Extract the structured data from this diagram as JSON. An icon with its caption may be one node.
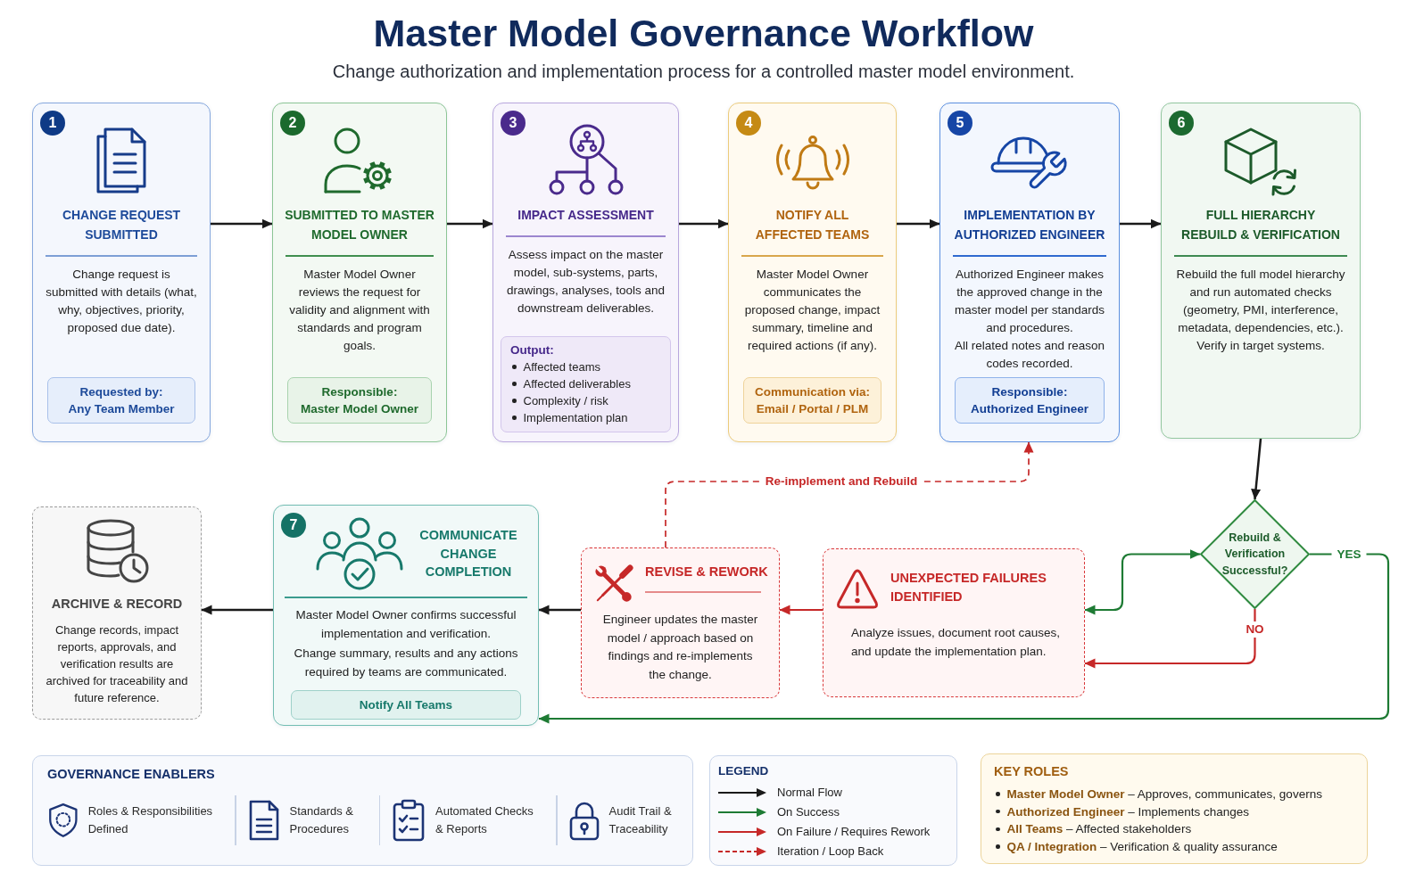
{
  "diagram": {
    "title": "Master Model Governance Workflow",
    "caption": "Change authorization and implementation process for a controlled master model environment.",
    "nodes": [
      {
        "text": [
          "CHANGE REQUEST SUBMITTED",
          "Change request is submitted with details (what, why, objectives, priority, proposed due date)."
        ]
      },
      {
        "text": [
          "1"
        ],
        "in": 0
      },
      {
        "text": [
          "Requested by:",
          "Any Team Member"
        ],
        "in": 0
      },
      {
        "text": [
          "SUBMITTED TO MASTER MODEL OWNER",
          "Master Model Owner reviews the request for validity and alignment with standards and program goals."
        ]
      },
      {
        "text": [
          "2"
        ],
        "in": 3
      },
      {
        "text": [
          "Responsible:",
          "Master Model Owner"
        ],
        "in": 3
      },
      {
        "text": [
          "IMPACT ASSESSMENT",
          "Assess impact on the master model, sub-systems, parts, drawings, analyses, tools and downstream deliverables."
        ]
      },
      {
        "text": [
          "3"
        ],
        "in": 6
      },
      {
        "text": [
          "Output:",
          "Affected teams",
          "Affected deliverables",
          "Complexity / risk",
          "Implementation plan"
        ],
        "in": 6
      },
      {
        "text": [
          "NOTIFY ALL AFFECTED TEAMS",
          "Master Model Owner communicates the proposed change, impact summary, timeline and required actions (if any)."
        ]
      },
      {
        "text": [
          "4"
        ],
        "in": 9
      },
      {
        "text": [
          "Communication via:",
          "Email / Portal / PLM"
        ],
        "in": 9
      },
      {
        "text": [
          "IMPLEMENTATION BY AUTHORIZED ENGINEER",
          "Authorized Engineer makes the approved change in the master model per standards and procedures.",
          "All related notes and reason codes recorded."
        ]
      },
      {
        "text": [
          "5"
        ],
        "in": 12
      },
      {
        "text": [
          "Responsible:",
          "Authorized Engineer"
        ],
        "in": 12
      },
      {
        "text": [
          "FULL HIERARCHY REBUILD & VERIFICATION",
          "Rebuild the full model hierarchy and run automated checks (geometry, PMI, interference, metadata, dependencies, etc.).",
          "Verify in target systems."
        ]
      },
      {
        "text": [
          "6"
        ],
        "in": 15
      },
      {
        "text": [
          "ARCHIVE & RECORD",
          "Change records, impact reports, approvals, and verification results are archived for traceability and future reference."
        ]
      },
      {
        "text": [
          "COMMUNICATE CHANGE COMPLETION",
          "Master Model Owner confirms successful implementation and verification.",
          "Change summary, results and any actions required by teams are communicated."
        ]
      },
      {
        "text": [
          "7"
        ],
        "in": 18
      },
      {
        "text": [
          "Notify All Teams"
        ],
        "in": 18
      },
      {
        "text": [
          "REVISE & REWORK",
          "Engineer updates the master model / approach based on findings and re-implements the change."
        ]
      },
      {
        "text": [
          "UNEXPECTED FAILURES IDENTIFIED",
          "Analyze issues, document root causes, and update the implementation plan."
        ]
      },
      {
        "text": [
          "Rebuild & Verification Successful?"
        ]
      },
      {
        "text": [
          "GOVERNANCE ENABLERS",
          "Roles & Responsibilities Defined",
          "Standards & Procedures",
          "Automated Checks & Reports",
          "Audit Trail & Traceability"
        ]
      },
      {
        "text": [
          "KEY ROLES",
          "**Master Model Owner** – Approves, communicates, governs",
          "**Authorized Engineer** – Implements changes",
          "**All Teams** – Affected stakeholders",
          "**QA / Integration** – Verification & quality assurance"
        ]
      }
    ],
    "edges": [
      {
        "from": 0,
        "to": 3,
        "arrow": "to"
      },
      {
        "from": 3,
        "to": 6,
        "arrow": "to"
      },
      {
        "from": 6,
        "to": 9,
        "arrow": "to"
      },
      {
        "from": 9,
        "to": 12,
        "arrow": "to"
      },
      {
        "from": 12,
        "to": 15,
        "arrow": "to"
      },
      {
        "from": 15,
        "to": 23,
        "arrow": "to"
      },
      {
        "from": 23,
        "to": 18,
        "arrow": "to",
        "label": "YES",
        "color": "#1e7b34"
      },
      {
        "from": 23,
        "to": 22,
        "arrow": "to",
        "label": "NO",
        "color": "#c62828"
      },
      {
        "from": 22,
        "to": 23,
        "arrow": "both",
        "color": "#1e7b34"
      },
      {
        "from": 22,
        "to": 21,
        "arrow": "to",
        "color": "#c62828"
      },
      {
        "from": 21,
        "to": 18,
        "arrow": "to"
      },
      {
        "from": 21,
        "to": 12,
        "arrow": "to",
        "label": "Re-implement and Rebuild",
        "style": "dashed",
        "color": "#c62828"
      },
      {
        "from": 18,
        "to": 17,
        "arrow": "to"
      }
    ],
    "labels": [
      "LEGEND"
    ],
    "legend": [
      {
        "text": "Normal Flow"
      },
      {
        "text": "On Success"
      },
      {
        "text": "On Failure / Requires Rework"
      },
      {
        "text": "Iteration / Loop Back"
      }
    ]
  }
}
